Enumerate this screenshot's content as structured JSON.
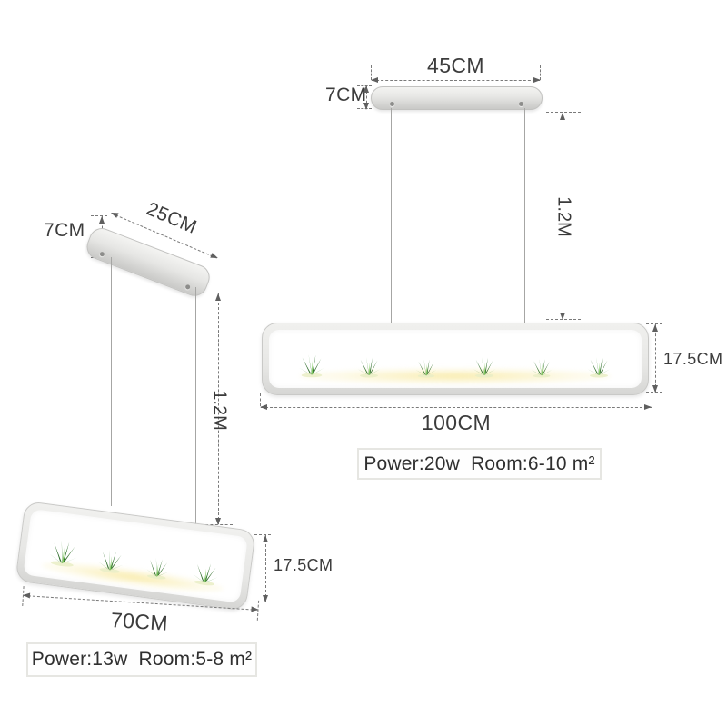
{
  "page": {
    "description": "Dimension diagram of two plant pendant LED lamps",
    "background_color": "#ffffff"
  },
  "colors": {
    "dimension_line": "#7a7a7a",
    "label_text": "#3c3c3c",
    "lamp_frame": "#e7e7e5",
    "lamp_frame_border": "#c9c9c7",
    "lamp_inner": "#ffffff",
    "warm_glow": "#f8e9a0",
    "wire": "#a6a6a4",
    "plant_dark_green": "#2c6b28",
    "plant_light_green": "#7cc95a"
  },
  "fixtures": {
    "small": {
      "canopy_width_label": "25CM",
      "canopy_height_label": "7CM",
      "drop_length_label": "1.2M",
      "body_height_label": "17.5CM",
      "body_width_label": "70CM",
      "spec_label": "Power:13w  Room:5-8 m²",
      "plant_count": 4
    },
    "large": {
      "canopy_width_label": "45CM",
      "canopy_height_label": "7CM",
      "drop_length_label": "1.2M",
      "body_height_label": "17.5CM",
      "body_width_label": "100CM",
      "spec_label": "Power:20w  Room:6-10 m²",
      "plant_count": 6
    }
  }
}
